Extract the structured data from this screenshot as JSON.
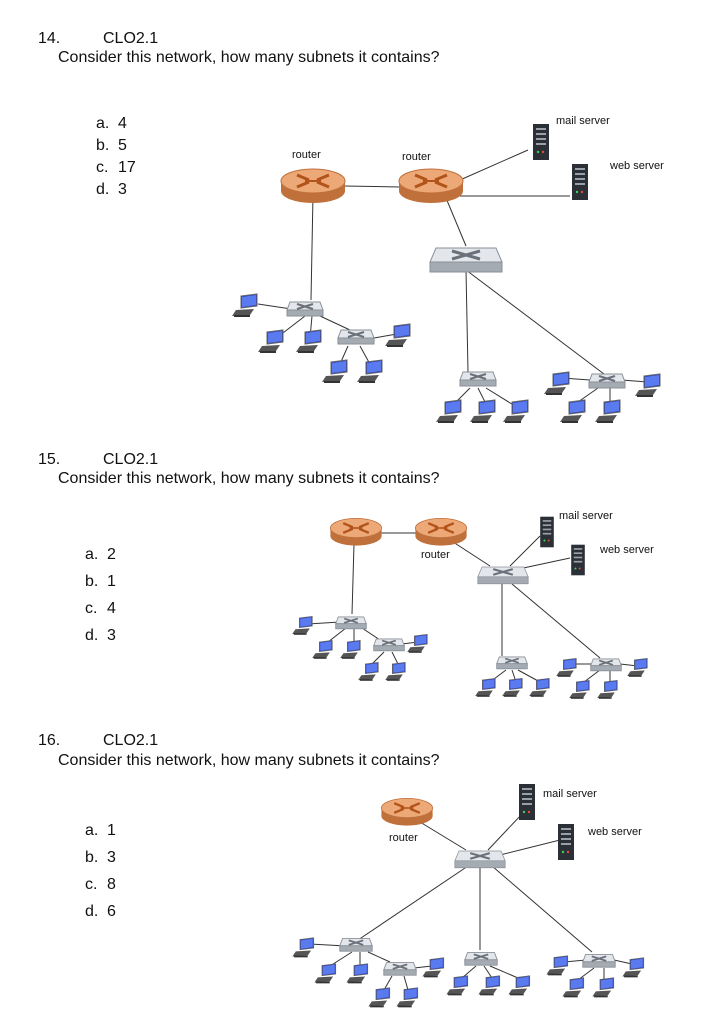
{
  "questions": [
    {
      "number": "14.",
      "clo": "CLO2.1",
      "text": "Consider this network, how many subnets it contains?",
      "options": [
        {
          "letter": "a.",
          "value": "4"
        },
        {
          "letter": "b.",
          "value": "5"
        },
        {
          "letter": "c.",
          "value": "17"
        },
        {
          "letter": "d.",
          "value": "3"
        }
      ]
    },
    {
      "number": "15.",
      "clo": "CLO2.1",
      "text": "Consider this network, how many subnets it contains?",
      "options": [
        {
          "letter": "a.",
          "value": "2"
        },
        {
          "letter": "b.",
          "value": "1"
        },
        {
          "letter": "c.",
          "value": "4"
        },
        {
          "letter": "d.",
          "value": "3"
        }
      ]
    },
    {
      "number": "16.",
      "clo": "CLO2.1",
      "text": "Consider this network, how many subnets it contains?",
      "options": [
        {
          "letter": "a.",
          "value": "1"
        },
        {
          "letter": "b.",
          "value": "3"
        },
        {
          "letter": "c.",
          "value": "8"
        },
        {
          "letter": "d.",
          "value": "6"
        }
      ]
    }
  ],
  "diagram_labels": {
    "router": "router",
    "mail_server": "mail server",
    "web_server": "web server"
  },
  "colors": {
    "router": "#e8a26c",
    "router_dark": "#b8612c",
    "switch": "#c9ced6",
    "server": "#2b2f36",
    "pc_screen": "#3a56d4"
  },
  "icons": [
    "router-icon",
    "switch-icon",
    "server-icon",
    "computer-icon"
  ]
}
